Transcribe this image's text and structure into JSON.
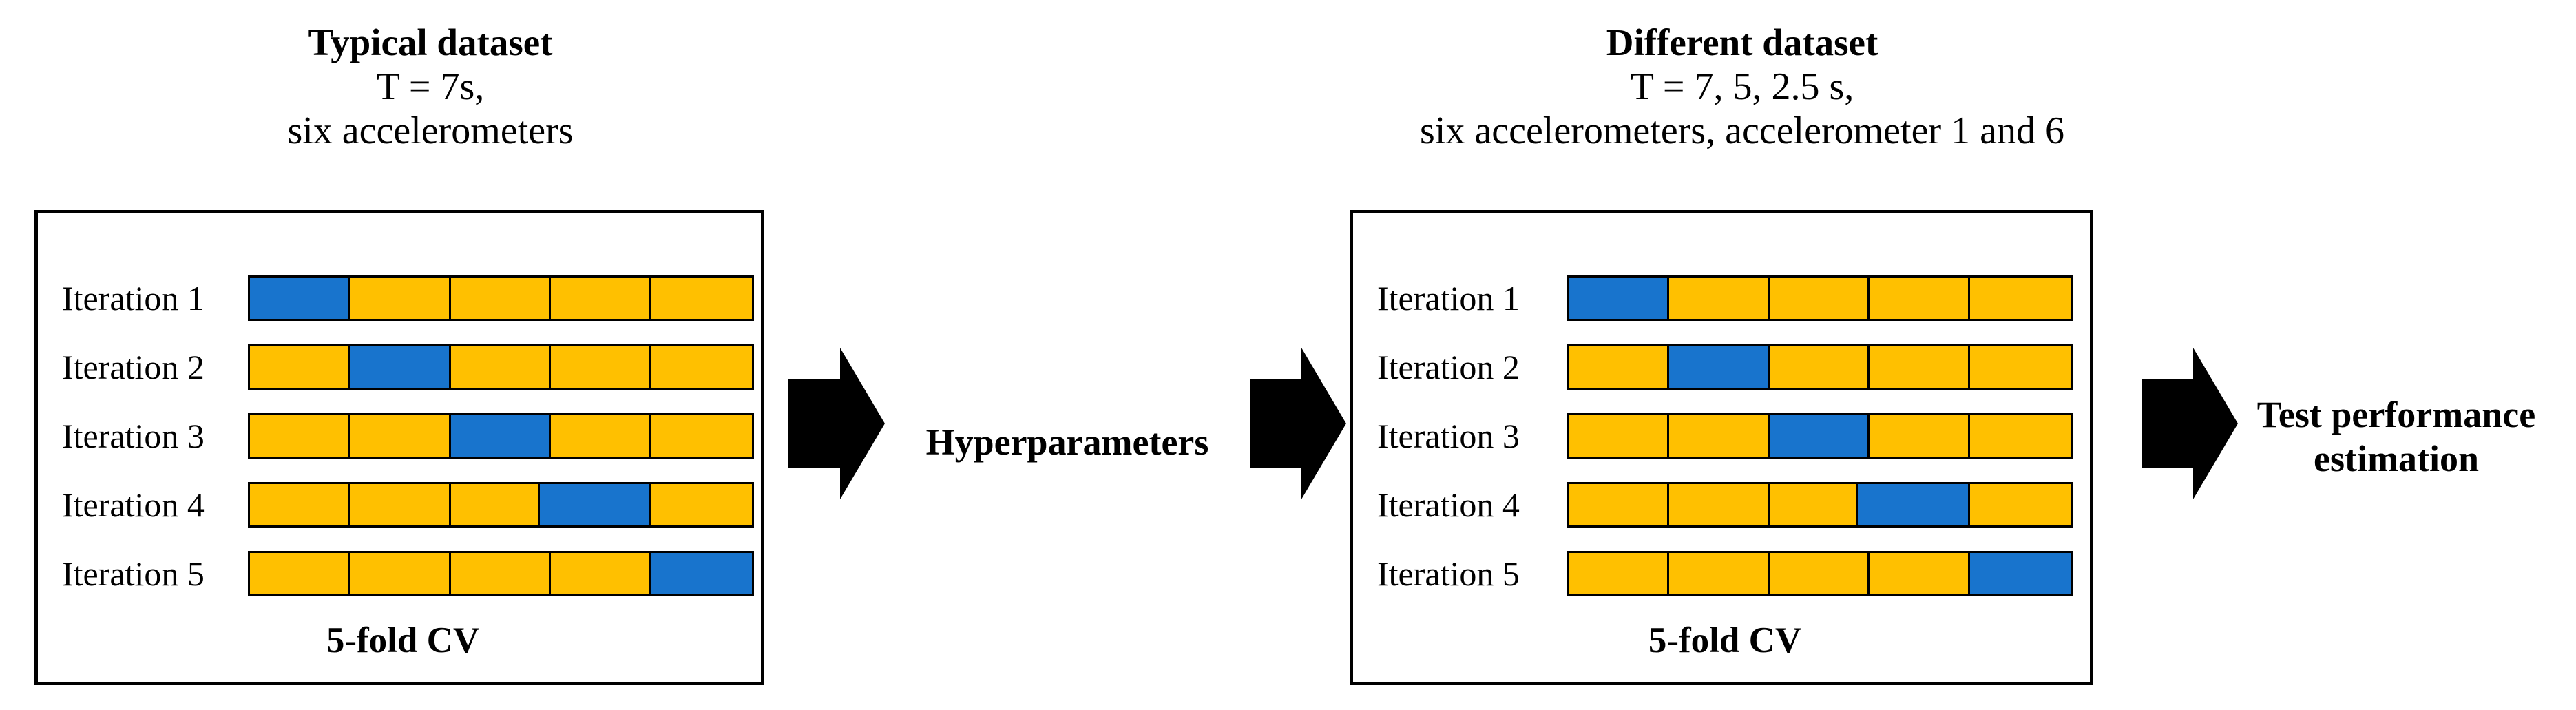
{
  "colors": {
    "test_fold": "#1874CD",
    "train_fold": "#FFC000",
    "border": "#000000",
    "arrow": "#000000"
  },
  "left": {
    "title": "Typical dataset",
    "line1": "T = 7s,",
    "line2": "six accelerometers",
    "cv_label": "5-fold CV",
    "iterations": [
      {
        "label": "Iteration 1",
        "test_index": 0
      },
      {
        "label": "Iteration 2",
        "test_index": 1
      },
      {
        "label": "Iteration 3",
        "test_index": 2
      },
      {
        "label": "Iteration 4",
        "test_index": 3
      },
      {
        "label": "Iteration 5",
        "test_index": 4
      }
    ]
  },
  "middle": {
    "label": "Hyperparameters"
  },
  "right": {
    "title": "Different dataset",
    "line1": "T = 7, 5, 2.5 s,",
    "line2": "six accelerometers, accelerometer 1 and 6",
    "cv_label": "5-fold CV",
    "iterations": [
      {
        "label": "Iteration 1",
        "test_index": 0
      },
      {
        "label": "Iteration 2",
        "test_index": 1
      },
      {
        "label": "Iteration 3",
        "test_index": 2
      },
      {
        "label": "Iteration 4",
        "test_index": 3
      },
      {
        "label": "Iteration 5",
        "test_index": 4
      }
    ]
  },
  "output": {
    "line1": "Test performance",
    "line2": "estimation"
  }
}
